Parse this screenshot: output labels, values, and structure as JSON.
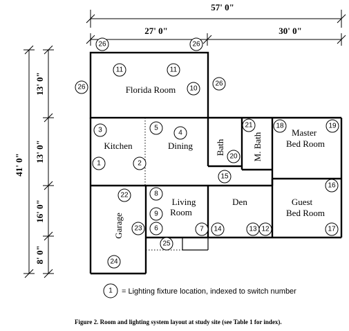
{
  "dimensions": {
    "overall_width": "57' 0\"",
    "left_width": "27' 0\"",
    "right_width": "30' 0\"",
    "overall_height": "41' 0\"",
    "seg_1": "13' 0\"",
    "seg_2": "13' 0\"",
    "seg_3": "16' 0\"",
    "seg_4": "8' 0\""
  },
  "rooms": {
    "florida": "Florida Room",
    "kitchen": "Kitchen",
    "dining": "Dining",
    "bath": "Bath",
    "m_bath": "M. Bath",
    "master_1": "Master",
    "master_2": "Bed Room",
    "living_1": "Living",
    "living_2": "Room",
    "den": "Den",
    "guest_1": "Guest",
    "guest_2": "Bed Room",
    "garage": "Garage"
  },
  "fixtures": [
    "26",
    "26",
    "26",
    "11",
    "11",
    "10",
    "26",
    "3",
    "5",
    "4",
    "21",
    "18",
    "19",
    "20",
    "1",
    "2",
    "15",
    "22",
    "8",
    "16",
    "9",
    "23",
    "6",
    "7",
    "14",
    "13",
    "12",
    "17",
    "25",
    "24"
  ],
  "legend": {
    "symbol": "1",
    "text": "= Lighting fixture location, indexed to switch number"
  },
  "caption": "Figure 2. Room and lighting system layout at study site (see Table 1 for index)."
}
